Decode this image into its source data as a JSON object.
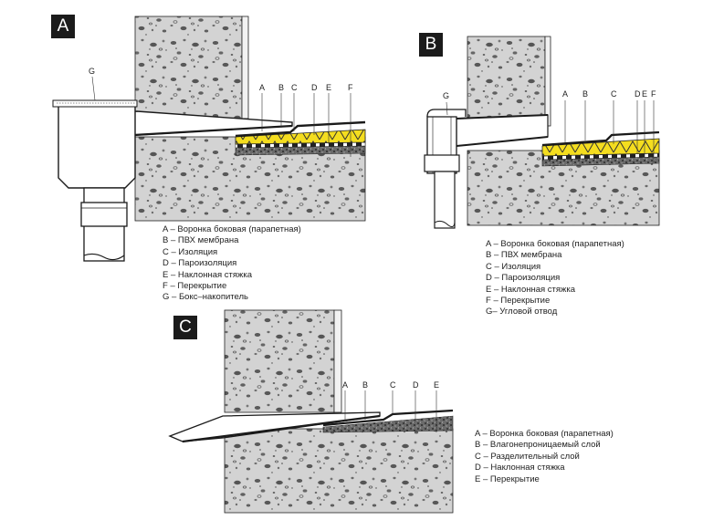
{
  "colors": {
    "concrete": "#d3d3d3",
    "aggregate": "#5a5a5a",
    "insulation": "#f4dd1f",
    "membrane": "#1a1a1a",
    "badge": "#1b1b1b",
    "outline": "#222222"
  },
  "panels": [
    {
      "id": "A",
      "badge": "A",
      "callouts": [
        "G",
        "A",
        "B",
        "C",
        "D",
        "E",
        "F"
      ],
      "legend": [
        "A – Воронка боковая (парапетная)",
        "B – ПВХ мембрана",
        "C – Изоляция",
        "D – Пароизоляция",
        "E – Наклонная стяжка",
        "F – Перекрытие",
        "G – Бокс–накопитель"
      ]
    },
    {
      "id": "B",
      "badge": "B",
      "callouts": [
        "G",
        "A",
        "B",
        "C",
        "D",
        "E",
        "F"
      ],
      "legend": [
        "A – Воронка боковая (парапетная)",
        "B – ПВХ мембрана",
        "C – Изоляция",
        "D – Пароизоляция",
        "E – Наклонная стяжка",
        "F – Перекрытие",
        "G– Угловой отвод"
      ]
    },
    {
      "id": "C",
      "badge": "C",
      "callouts": [
        "A",
        "B",
        "C",
        "D",
        "E"
      ],
      "legend": [
        "A – Воронка боковая (парапетная)",
        "B – Влагонепроницаемый слой",
        "C – Разделительный слой",
        "D – Наклонная стяжка",
        "E – Перекрытие"
      ]
    }
  ]
}
